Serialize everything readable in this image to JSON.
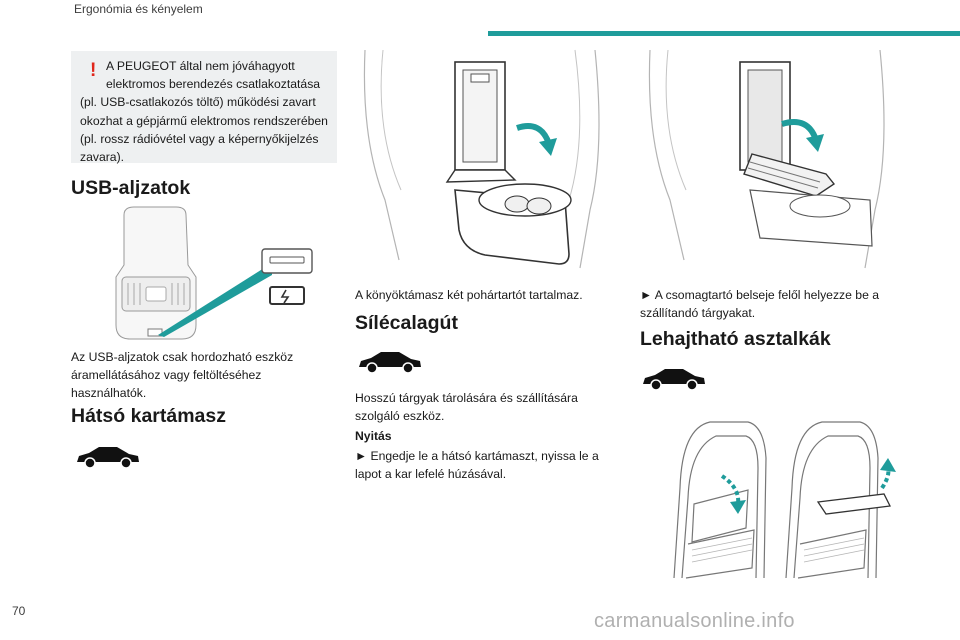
{
  "header": {
    "section_title": "Ergonómia és kényelem",
    "accent_color": "#1f9c9b"
  },
  "page_number": "70",
  "watermark": "carmanualsonline.info",
  "warning": {
    "icon": "exclamation-icon",
    "color": "#e0261b",
    "line1": "A PEUGEOT által nem jóváhagyott",
    "line2": "elektromos berendezés csatlakoztatása",
    "rest": "(pl. USB-csatlakozós töltő) működési zavart okozhat a gépjármű elektromos rendszerében (pl. rossz rádióvétel vagy a képernyőkijelzés zavara)."
  },
  "usb": {
    "heading": "USB-aljzatok",
    "text": "Az USB-aljzatok csak hordozható eszköz áramellátásához vagy feltöltéséhez használhatók."
  },
  "rear_armrest": {
    "heading": "Hátsó kartámasz",
    "caption": "A könyöktámasz két pohártartót tartalmaz."
  },
  "ski_hatch": {
    "heading": "Sílécalagút",
    "text": "Hosszú tárgyak tárolására és szállítására szolgáló eszköz.",
    "subheading": "Nyitás",
    "step1": "► Engedje le a hátsó kartámaszt, nyissa le a lapot a kar lefelé húzásával.",
    "step2": "► A csomagtartó belseje felől helyezze be a szállítandó tárgyakat."
  },
  "folding_tables": {
    "heading": "Lehajtható asztalkák"
  }
}
